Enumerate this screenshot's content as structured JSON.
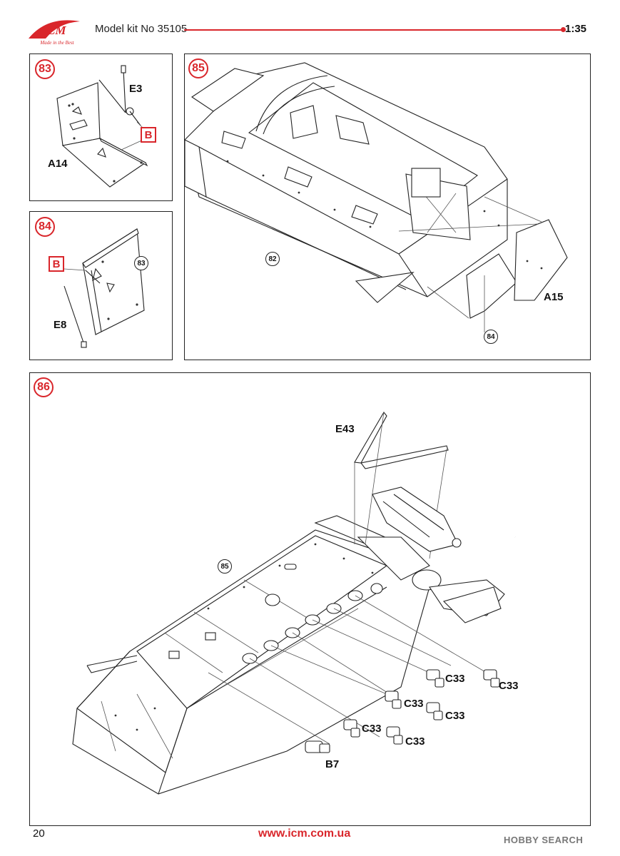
{
  "header": {
    "logo_text": "ICM",
    "logo_tagline": "Made in the Best",
    "kit_label": "Model kit No 35105",
    "scale": "1:35"
  },
  "steps": [
    {
      "number": "83",
      "parts": [
        "E3",
        "A14"
      ],
      "callout": "B"
    },
    {
      "number": "84",
      "parts": [
        "E8"
      ],
      "callout": "B",
      "reference": "83"
    },
    {
      "number": "85",
      "parts": [
        "A15"
      ],
      "references": [
        "82",
        "84"
      ]
    },
    {
      "number": "86",
      "parts": [
        "E43",
        "C33",
        "C33",
        "C33",
        "C33",
        "C33",
        "C33",
        "B7"
      ],
      "reference": "85"
    }
  ],
  "footer": {
    "page_number": "20",
    "url": "www.icm.com.ua",
    "watermark": "HOBBY SEARCH"
  },
  "colors": {
    "accent": "#d9262b",
    "line": "#222222"
  }
}
